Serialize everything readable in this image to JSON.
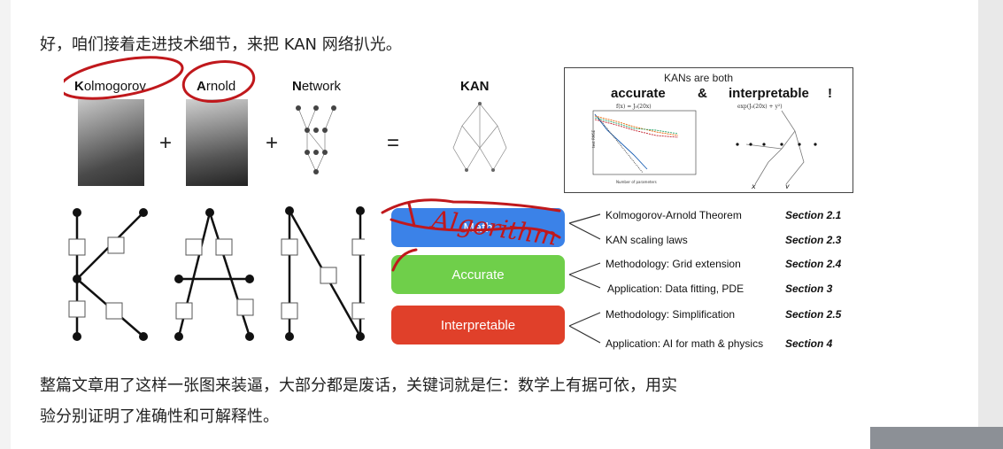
{
  "article": {
    "line1": "好，咱们接着走进技术细节，来把 KAN 网络扒光。",
    "line2": "整篇文章用了这样一张图来装逼，大部分都是废话，关键词就是仨：数学上有据可依，用实",
    "line3": "验分别证明了准确性和可解释性。"
  },
  "figure": {
    "headers": {
      "kolmogorov_first": "K",
      "kolmogorov_rest": "olmogorov",
      "arnold_first": "A",
      "arnold_rest": "rnold",
      "network_first": "N",
      "network_rest": "etwork",
      "kan": "KAN"
    },
    "ops": {
      "plus1": "+",
      "plus2": "+",
      "equals": "="
    },
    "pills": {
      "math": "Math",
      "accurate": "Accurate",
      "interpretable": "Interpretable"
    },
    "rows": [
      {
        "label": "Kolmogorov-Arnold Theorem",
        "section": "Section 2.1"
      },
      {
        "label": "KAN scaling laws",
        "section": "Section 2.3"
      },
      {
        "label": "Methodology: Grid extension",
        "section": "Section 2.4"
      },
      {
        "label": "Application: Data fitting, PDE",
        "section": "Section 3"
      },
      {
        "label": "Methodology: Simplification",
        "section": "Section 2.5"
      },
      {
        "label": "Application: AI for math & physics",
        "section": "Section 4"
      }
    ],
    "panel": {
      "title": "KANs are both",
      "accurate": "accurate",
      "amp": "&",
      "interpretable": "interpretable",
      "bang": "!",
      "formula_left": "f(x) = J₀(20x)",
      "formula_right": "exp(J₀(20x) + y²)",
      "xaxis": "Number of parameters",
      "yaxis": "test RMSE",
      "var_x": "x",
      "var_y": "y"
    },
    "colors": {
      "math": "#3b82e8",
      "accurate": "#6fcf4a",
      "interpretable": "#e0402a",
      "ink": "#c0181c"
    },
    "handwriting": "Algorithm"
  }
}
